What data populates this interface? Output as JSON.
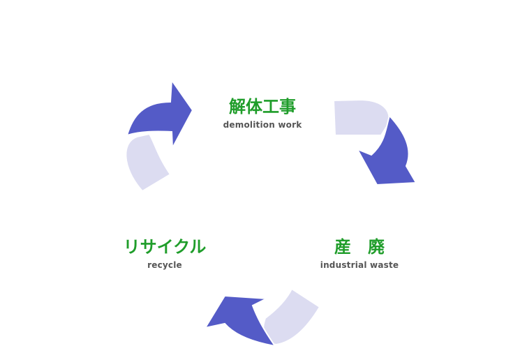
{
  "diagram": {
    "colors": {
      "accent_green": "#1f9d2a",
      "subtext_gray": "#555555",
      "arrow_dark": "#545bc7",
      "arrow_light": "#dcdcf1"
    },
    "nodes": [
      {
        "id": "demolition",
        "title": "解体工事",
        "subtitle": "demolition work"
      },
      {
        "id": "industrial",
        "title": "産　廃",
        "subtitle": "industrial waste"
      },
      {
        "id": "recycle",
        "title": "リサイクル",
        "subtitle": "recycle"
      }
    ],
    "arrows": [
      {
        "id": "top-left",
        "icon": "cycle-arrow-icon"
      },
      {
        "id": "top-right",
        "icon": "cycle-arrow-icon"
      },
      {
        "id": "bottom",
        "icon": "cycle-arrow-icon"
      }
    ]
  }
}
